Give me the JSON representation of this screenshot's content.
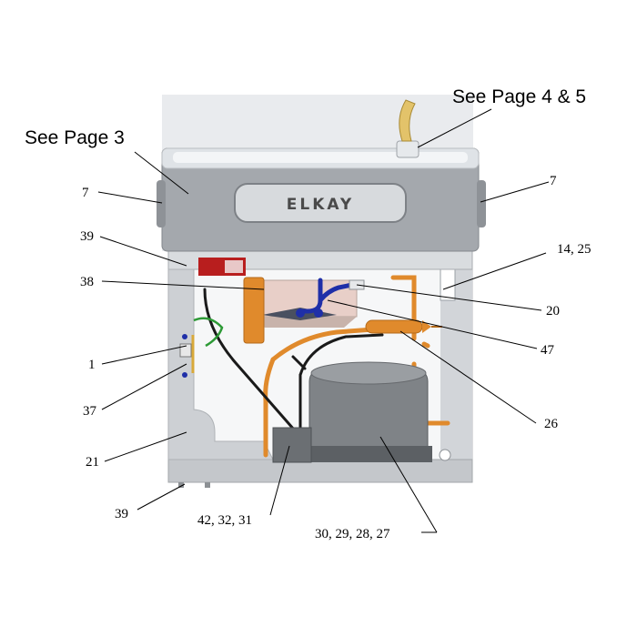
{
  "diagram": {
    "brand_label": "ELKAY",
    "notes": {
      "see_page_3": "See Page 3",
      "see_page_4_5": "See Page 4 & 5"
    },
    "callouts": {
      "c7_left": "7",
      "c7_right": "7",
      "c39_top": "39",
      "c14_25": "14, 25",
      "c38": "38",
      "c20": "20",
      "c47": "47",
      "c1": "1",
      "c37": "37",
      "c26": "26",
      "c21": "21",
      "c39_bottom": "39",
      "c42_32_31": "42, 32, 31",
      "c30_29_28_27": "30, 29, 28, 27"
    }
  },
  "colors": {
    "housing": "#9a9ea3",
    "basin": "#dfe3e7",
    "frame": "#c9ccd0",
    "copper": "#e08a2c",
    "compressor": "#7f8387",
    "water_line": "#1f2fa8",
    "label_red": "#b81e1e"
  }
}
